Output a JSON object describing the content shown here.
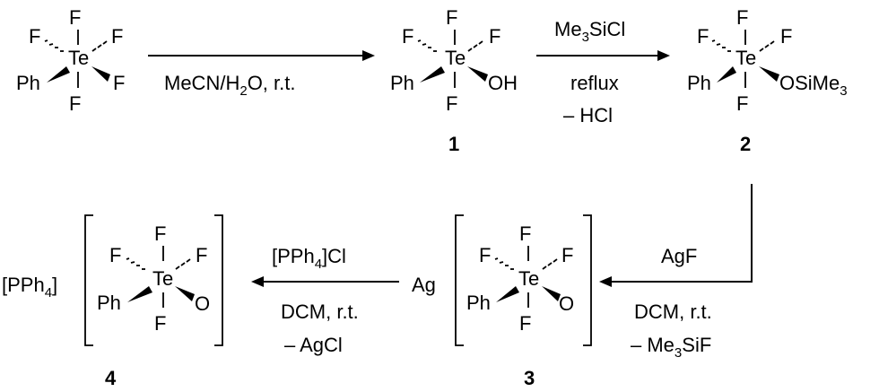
{
  "labels": {
    "F": "F",
    "Te": "Te",
    "Ph": "Ph",
    "OH": "OH",
    "O": "O",
    "OSiMe": "OSiMe",
    "sub3": "3",
    "sub2": "2",
    "sub4": "4",
    "Ag": "Ag",
    "PPh_open": "[PPh",
    "PPh_close": "]"
  },
  "conditions": {
    "step1": "MeCN/H",
    "step1_sub": "2",
    "step1_tail": "O, r.t.",
    "step2_top_a": "Me",
    "step2_top_sub": "3",
    "step2_top_b": "SiCl",
    "step2_mid": "reflux",
    "step2_bottom": "– HCl",
    "step3_top": "AgF",
    "step3_mid": "DCM, r.t.",
    "step3_bottom_a": "– Me",
    "step3_bottom_sub": "3",
    "step3_bottom_b": "SiF",
    "step4_top_a": "[PPh",
    "step4_top_sub": "4",
    "step4_top_b": "]Cl",
    "step4_mid": "DCM, r.t.",
    "step4_bottom": "– AgCl"
  },
  "compounds": {
    "c1": "1",
    "c2": "2",
    "c3": "3",
    "c4": "4"
  }
}
